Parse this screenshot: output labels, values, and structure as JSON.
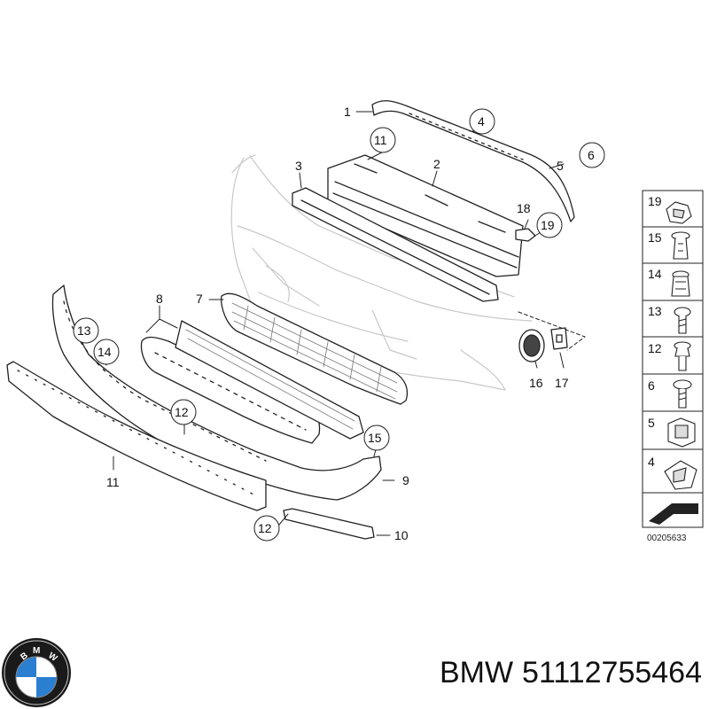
{
  "diagram": {
    "callouts": {
      "c1": "1",
      "c2": "2",
      "c3": "3",
      "c4": "4",
      "c5": "5",
      "c6": "6",
      "c7": "7",
      "c8": "8",
      "c9": "9",
      "c10": "10",
      "c11a": "11",
      "c11b": "11",
      "c12a": "12",
      "c12b": "12",
      "c13": "13",
      "c14": "14",
      "c15": "15",
      "c16": "16",
      "c17": "17",
      "c18": "18",
      "c19": "19"
    },
    "legend": [
      "19",
      "15",
      "14",
      "13",
      "12",
      "6",
      "5",
      "4"
    ],
    "ref_number": "00205633"
  },
  "caption": {
    "brand": "BMW",
    "part_number": "51112755464"
  },
  "logo": {
    "letters": "BMW",
    "colors": {
      "ring": "#1a1a1a",
      "blue": "#2a7fd1",
      "white": "#ffffff"
    }
  }
}
